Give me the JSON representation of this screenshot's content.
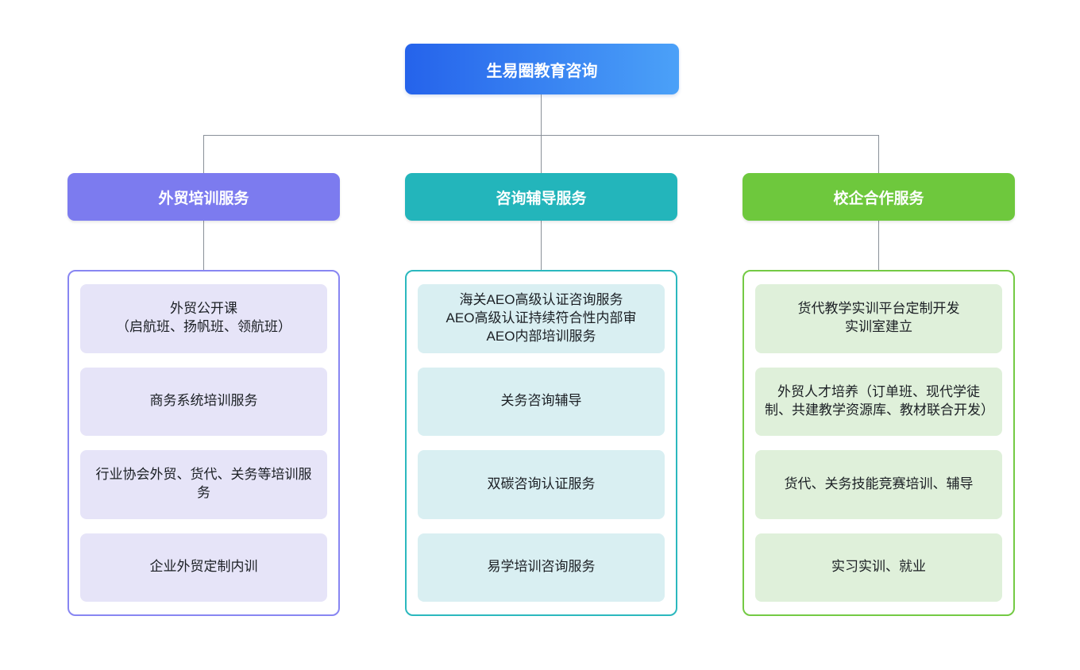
{
  "root": {
    "label": "生易圈教育咨询",
    "gradient_left": "#2563eb",
    "gradient_right": "#4ba1f8"
  },
  "connector_color": "#8a9099",
  "branches": [
    {
      "label": "外贸培训服务",
      "header_color": "#7c7bef",
      "border_color": "#8886f2",
      "item_bg": "#e6e4f8",
      "items": [
        "外贸公开课\n（启航班、扬帆班、领航班）",
        "商务系统培训服务",
        "行业协会外贸、货代、关务等培训服务",
        "企业外贸定制内训"
      ]
    },
    {
      "label": "咨询辅导服务",
      "header_color": "#23b5bb",
      "border_color": "#2bb8be",
      "item_bg": "#d9eff2",
      "items": [
        "海关AEO高级认证咨询服务\nAEO高级认证持续符合性内部审\nAEO内部培训服务",
        "关务咨询辅导",
        "双碳咨询认证服务",
        "易学培训咨询服务"
      ]
    },
    {
      "label": "校企合作服务",
      "header_color": "#6ec83d",
      "border_color": "#74ca44",
      "item_bg": "#dff0da",
      "items": [
        "货代教学实训平台定制开发\n实训室建立",
        "外贸人才培养（订单班、现代学徒制、共建教学资源库、教材联合开发）",
        "货代、关务技能竞赛培训、辅导",
        "实习实训、就业"
      ]
    }
  ]
}
